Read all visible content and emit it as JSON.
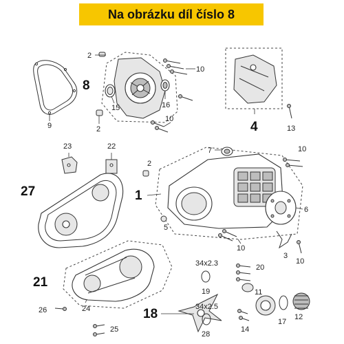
{
  "title": "Na obrázku díl číslo 8",
  "colors": {
    "banner": "#f7c600",
    "ink": "#222222"
  },
  "labels": {
    "l2a": "2",
    "l10a": "10",
    "l8": "8",
    "l9": "9",
    "l15": "15",
    "l16": "16",
    "l2b": "2",
    "l10b": "10",
    "l4": "4",
    "l13": "13",
    "l23": "23",
    "l22": "22",
    "l27": "27",
    "l7": "7",
    "l10c": "10",
    "l2c": "2",
    "l1": "1",
    "l6": "6",
    "l5": "5",
    "l10d": "10",
    "l3": "3",
    "l10e": "10",
    "l21": "21",
    "l20": "20",
    "l11": "11",
    "l26": "26",
    "l24": "24",
    "l18": "18",
    "l19": "19",
    "l28": "28",
    "l14": "14",
    "l17": "17",
    "l12": "12",
    "l25": "25"
  },
  "dims": {
    "d1": "34x2.3",
    "d2": "34x2.5"
  }
}
